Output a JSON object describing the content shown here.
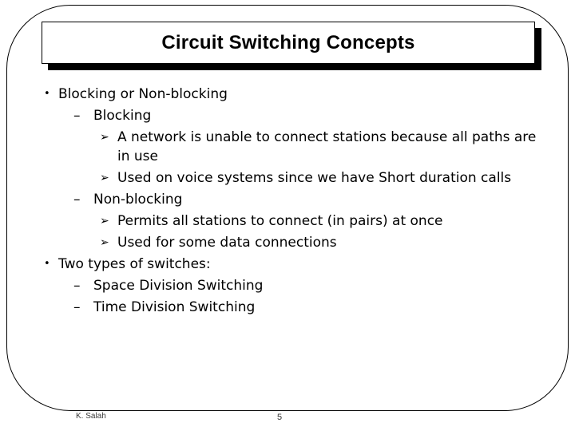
{
  "slide": {
    "title": "Circuit Switching Concepts",
    "bullets": [
      {
        "level": 1,
        "marker": "•",
        "text": "Blocking or Non-blocking"
      },
      {
        "level": 2,
        "marker": "–",
        "text": "Blocking"
      },
      {
        "level": 3,
        "marker": "➢",
        "text": "A network is unable to connect stations because all paths are in use"
      },
      {
        "level": 3,
        "marker": "➢",
        "text": "Used on voice systems since we have Short duration calls"
      },
      {
        "level": 2,
        "marker": "–",
        "text": "Non-blocking"
      },
      {
        "level": 3,
        "marker": "➢",
        "text": "Permits all stations to connect (in pairs) at once"
      },
      {
        "level": 3,
        "marker": "➢",
        "text": "Used for some data connections"
      },
      {
        "level": 1,
        "marker": "•",
        "text": "Two types of switches:"
      },
      {
        "level": 2,
        "marker": "–",
        "text": "Space Division Switching"
      },
      {
        "level": 2,
        "marker": "–",
        "text": "Time Division Switching"
      }
    ],
    "footer": {
      "author": "K. Salah",
      "page_number": "5"
    },
    "colors": {
      "background": "#ffffff",
      "text": "#000000",
      "border": "#000000",
      "title_shadow": "#000000"
    }
  }
}
